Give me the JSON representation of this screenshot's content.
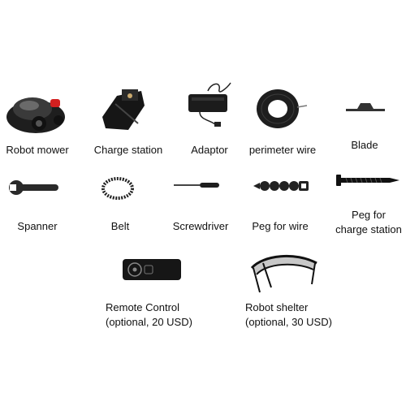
{
  "items": {
    "robot_mower": {
      "label": "Robot mower"
    },
    "charge_station": {
      "label": "Charge station"
    },
    "adaptor": {
      "label": "Adaptor"
    },
    "perimeter_wire": {
      "label": "perimeter wire"
    },
    "blade": {
      "label": "Blade"
    },
    "spanner": {
      "label": "Spanner"
    },
    "belt": {
      "label": "Belt"
    },
    "screwdriver": {
      "label": "Screwdriver"
    },
    "peg_for_wire": {
      "label": "Peg for wire"
    },
    "peg_for_charge_station": {
      "label_line1": "Peg for",
      "label_line2": "charge station"
    },
    "remote_control": {
      "label_line1": "Remote Control",
      "label_line2": "(optional, 20 USD)"
    },
    "robot_shelter": {
      "label_line1": "Robot shelter",
      "label_line2": "(optional, 30 USD)"
    }
  },
  "colors": {
    "text": "#111111",
    "product": "#1a1a1a",
    "accent_red": "#d32020",
    "background": "#ffffff"
  }
}
